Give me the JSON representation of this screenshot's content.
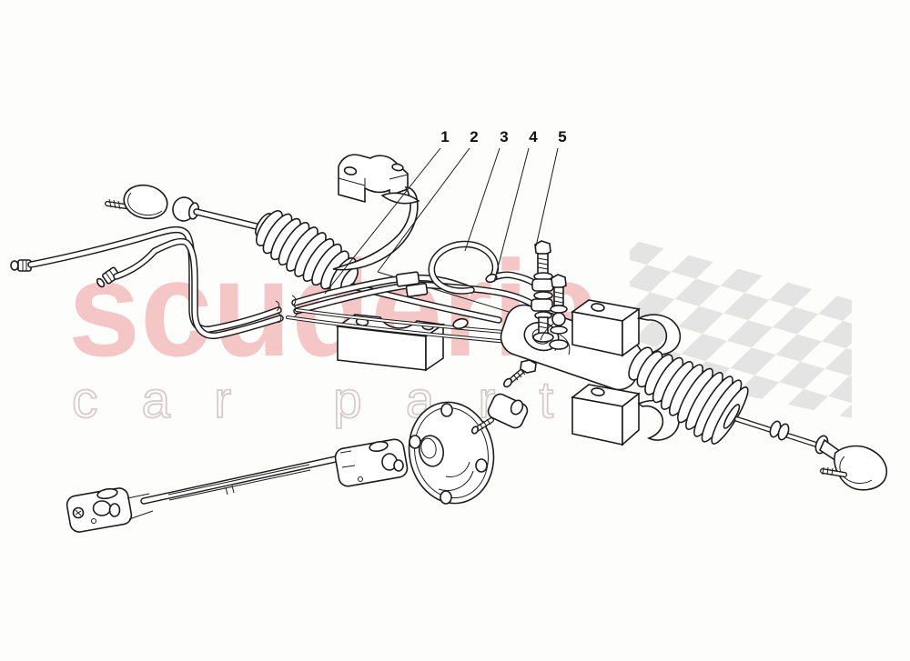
{
  "watermark": {
    "brand": "scuderia",
    "tagline": "car parts",
    "brand_color": "#f4c6c6",
    "tagline_color": "#d8cbcb"
  },
  "background": {
    "color": "#fdfdfc",
    "flag_color": "#e4e4e4",
    "ink_color": "#1c1c1c"
  },
  "callouts": [
    {
      "label": "1"
    },
    {
      "label": "2"
    },
    {
      "label": "3"
    },
    {
      "label": "4"
    },
    {
      "label": "5"
    }
  ]
}
